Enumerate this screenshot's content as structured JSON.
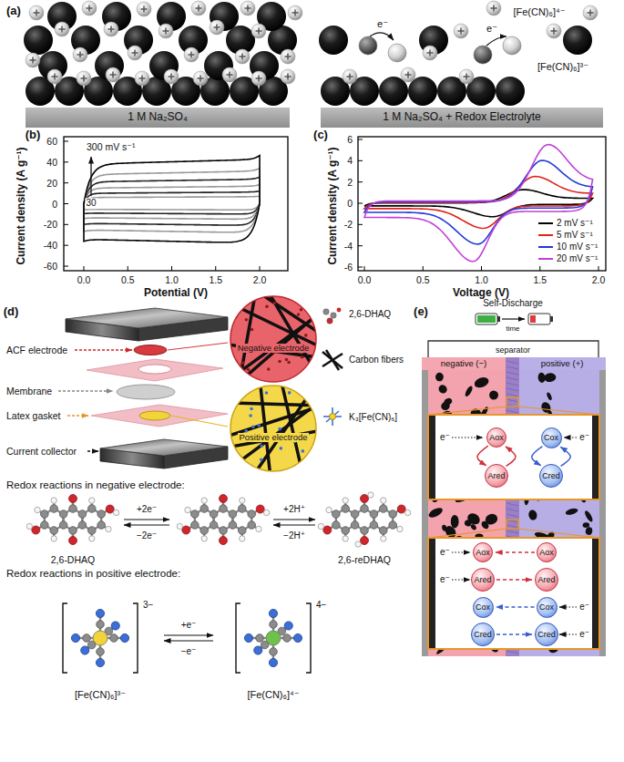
{
  "diagram": {
    "nodes": [
      {
        "text": [
          "1 M Na₂SO₄"
        ]
      },
      {
        "text": [
          "1 M Na₂SO₄ + Redox Electrolyte"
        ]
      },
      {
        "text": [
          "Negative electrode"
        ]
      },
      {
        "text": [
          "Positive electrode"
        ]
      },
      {
        "text": [
          "Aox"
        ]
      },
      {
        "text": [
          "Ared"
        ]
      },
      {
        "text": [
          "Cox"
        ]
      },
      {
        "text": [
          "Cred"
        ]
      },
      {
        "text": [
          "Aox"
        ]
      },
      {
        "text": [
          "Aox"
        ]
      },
      {
        "text": [
          "Ared"
        ]
      },
      {
        "text": [
          "Ared"
        ]
      },
      {
        "text": [
          "Cox"
        ]
      },
      {
        "text": [
          "Cox"
        ]
      },
      {
        "text": [
          "Cred"
        ]
      },
      {
        "text": [
          "Cred"
        ]
      }
    ],
    "edges": [
      {
        "from": 4,
        "to": 5,
        "arrow": "to"
      },
      {
        "from": 5,
        "to": 4,
        "arrow": "to"
      },
      {
        "from": 6,
        "to": 7,
        "arrow": "to"
      },
      {
        "from": 7,
        "to": 6,
        "arrow": "to"
      },
      {
        "from": 9,
        "to": 8,
        "arrow": "to"
      },
      {
        "from": 10,
        "to": 11,
        "arrow": "to"
      },
      {
        "from": 13,
        "to": 12,
        "arrow": "to"
      },
      {
        "from": 14,
        "to": 15,
        "arrow": "to"
      }
    ],
    "labels": [
      "(a)",
      "[Fe(CN)₆]⁴⁻",
      "e⁻",
      "e⁻",
      "[Fe(CN)₆]³⁻",
      "(b)",
      "300 mV s⁻¹",
      "30",
      "Current density (A g⁻¹)",
      "60",
      "40",
      "20",
      "0",
      "-20",
      "-40",
      "-60",
      "0.0",
      "0.5",
      "1.0",
      "1.5",
      "2.0",
      "Potential (V)",
      "(c)",
      "Current density (A g⁻¹)",
      "6",
      "4",
      "2",
      "0",
      "-2",
      "-4",
      "-6",
      "0.0",
      "0.5",
      "1.0",
      "1.5",
      "2.0",
      "Voltage (V)",
      "(d)",
      "ACF electrode",
      "Membrane",
      "Latex gasket",
      "Current collector",
      "2,6-DHAQ",
      "Carbon fibers",
      "K₃[Fe(CN)₆]",
      "Redox reactions in negative electrode:",
      "+2e⁻",
      "−2e⁻",
      "+2H⁺",
      "−2H⁺",
      "2,6-DHAQ",
      "2,6-reDHAQ",
      "Redox reactions in positive electrode:",
      "3−",
      "+e⁻",
      "−e⁻",
      "4−",
      "[Fe(CN)₆]³⁻",
      "[Fe(CN)₆]⁴⁻",
      "(e)",
      "Self-Discharge",
      "time",
      "separator",
      "negative (−)",
      "positive (+)",
      "e⁻",
      "e⁻",
      "e⁻",
      "e⁻",
      "e⁻",
      "e⁻"
    ],
    "legend": [
      {
        "text": "2 mV s⁻¹"
      },
      {
        "text": "5 mV s⁻¹"
      },
      {
        "text": "10 mV s⁻¹"
      },
      {
        "text": "20 mV s⁻¹"
      }
    ]
  }
}
